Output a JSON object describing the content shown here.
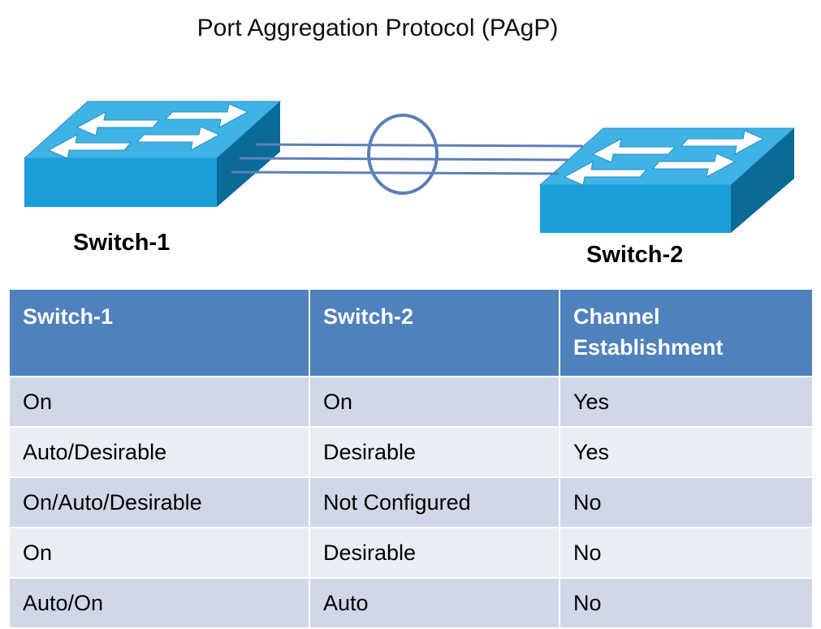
{
  "title": "Port Aggregation Protocol (PAgP)",
  "switch1_label": "Switch-1",
  "switch2_label": "Switch-2",
  "table": {
    "headers": [
      "Switch-1",
      "Switch-2",
      "Channel Establishment"
    ],
    "rows": [
      [
        "On",
        "On",
        "Yes"
      ],
      [
        "Auto/Desirable",
        "Desirable",
        "Yes"
      ],
      [
        "On/Auto/Desirable",
        "Not Configured",
        "No"
      ],
      [
        "On",
        "Desirable",
        "No"
      ],
      [
        "Auto/On",
        "Auto",
        "No"
      ]
    ]
  },
  "colors": {
    "header_bg": "#4f81bd",
    "row_odd": "#d0d8e8",
    "row_even": "#e9edf4",
    "switch_front": "#1a9fd8",
    "switch_top": "#3fb3e6",
    "switch_side": "#0a6a98",
    "link_color": "#5b7fb8"
  },
  "icons": [
    "switch-icon",
    "bundle-ring-icon"
  ]
}
